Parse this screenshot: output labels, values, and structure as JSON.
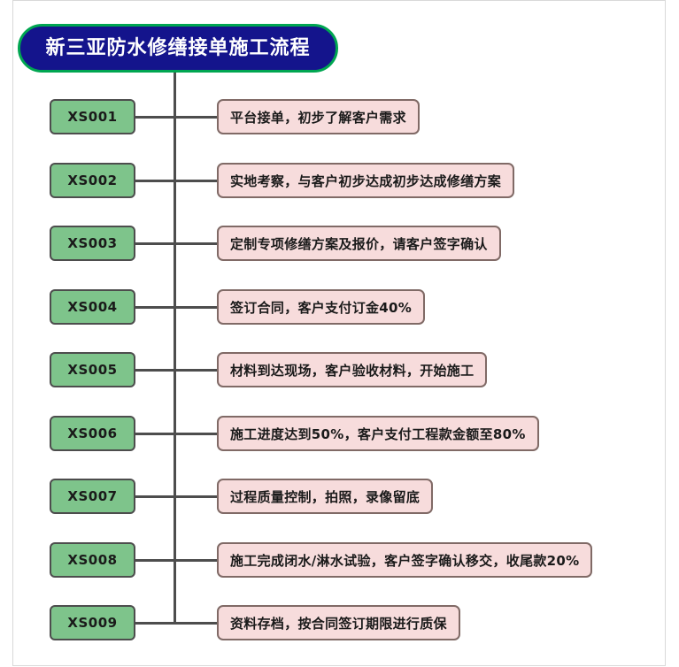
{
  "title": {
    "text": "新三亚防水修缮接单施工流程",
    "fill_color": "#14148c",
    "border_color": "#00a651",
    "text_color": "#ffffff"
  },
  "palette": {
    "code_box_fill": "#7ec48b",
    "code_box_border": "#4d4d4d",
    "desc_box_fill": "#f7dcdc",
    "desc_box_border": "#806a66",
    "connector_color": "#4d4d4d",
    "page_background": "#ffffff"
  },
  "steps": [
    {
      "code": "XS001",
      "description": "平台接单，初步了解客户需求"
    },
    {
      "code": "XS002",
      "description": "实地考察，与客户初步达成初步达成修缮方案"
    },
    {
      "code": "XS003",
      "description": "定制专项修缮方案及报价，请客户签字确认"
    },
    {
      "code": "XS004",
      "description": "签订合同，客户支付订金40%"
    },
    {
      "code": "XS005",
      "description": "材料到达现场，客户验收材料，开始施工"
    },
    {
      "code": "XS006",
      "description": "施工进度达到50%，客户支付工程款金额至80%"
    },
    {
      "code": "XS007",
      "description": "过程质量控制，拍照，录像留底"
    },
    {
      "code": "XS008",
      "description": "施工完成闭水/淋水试验，客户签字确认移交，收尾款20%"
    },
    {
      "code": "XS009",
      "description": "资料存档，按合同签订期限进行质保"
    }
  ]
}
